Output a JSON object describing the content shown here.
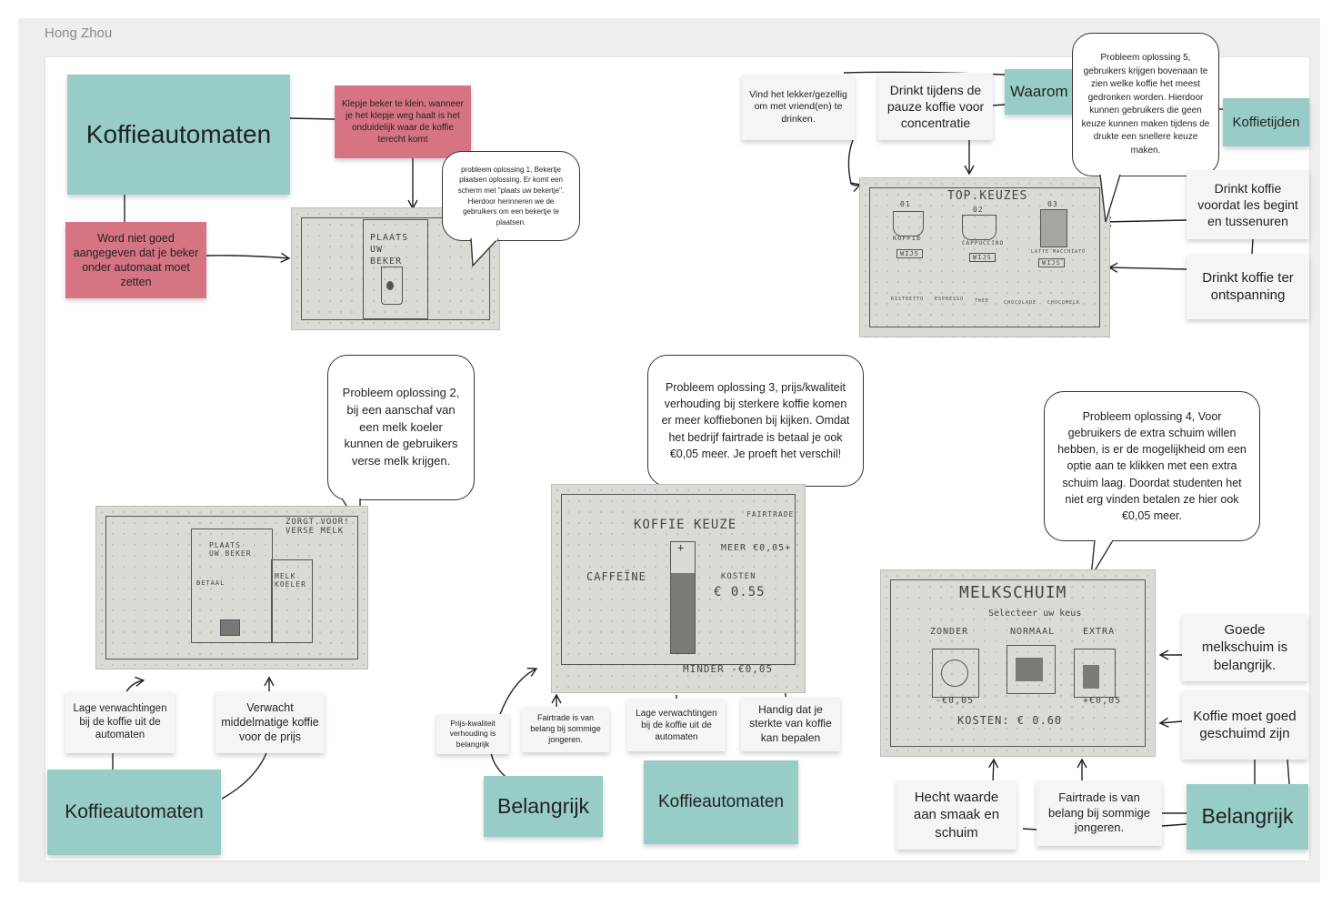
{
  "frame": {
    "owner": "Hong Zhou"
  },
  "notes": {
    "koffie_title": "Koffieautomaten",
    "red_klepje": "Klepje beker te klein, wanneer je het klepje weg haalt is het onduidelijk waar de koffie terecht komt",
    "red_word_niet": "Word niet goed aangegeven dat je beker onder automaat moet zetten",
    "vind_lekker": "Vind het lekker/gezellig om met vriend(en) te drinken.",
    "drinkt_pauze": "Drinkt tijdens de pauze koffie voor concentratie",
    "waarom": "Waarom",
    "koffietijden": "Koffietijden",
    "drinkt_voor_les": "Drinkt koffie voordat les begint en tussenuren",
    "drinkt_ontspanning": "Drinkt koffie ter ontspanning",
    "lage_verw_1": "Lage verwachtingen bij de koffie uit de automaten",
    "verwacht_middel": "Verwacht middelmatige koffie voor de prijs",
    "koffie_bottom_left": "Koffieautomaten",
    "prijs_kwaliteit": "Prijs-kwaliteit verhouding is belangrijk",
    "fairtrade_1": "Fairtrade is van belang bij sommige jongeren.",
    "lage_verw_2": "Lage verwachtingen bij de koffie uit de automaten",
    "handig": "Handig dat je sterkte van koffie kan bepalen",
    "belangrijk_1": "Belangrijk",
    "koffie_bottom_mid": "Koffieautomaten",
    "goede_melkschuim": "Goede melkschuim is belangrijk.",
    "koffie_goed_geschuimd": "Koffie moet goed geschuimd zijn",
    "hecht_waarde": "Hecht waarde aan smaak en schuim",
    "fairtrade_2": "Fairtrade is van belang bij sommige jongeren.",
    "belangrijk_2": "Belangrijk"
  },
  "bubbles": {
    "opl1": "probleem oplossing 1, Bekertje plaatsen oplossing. Er komt een scherm met \"plaats uw bekertje\". Hierdoor herinneren we de gebruikers om een bekertje te plaatsen.",
    "opl5": "Probleem oplossing 5, gebruikers krijgen bovenaan te zien welke koffie het meest gedronken worden. Hierdoor kunnen gebruikers die geen keuze kunnen maken tijdens de drukte een snellere keuze maken.",
    "opl2": "Probleem oplossing 2, bij een aanschaf van een melk koeler kunnen de gebruikers verse melk krijgen.",
    "opl3": "Probleem oplossing 3, prijs/kwaliteit verhouding bij sterkere koffie komen er meer koffiebonen bij kijken. Omdat het bedrijf fairtrade is betaal je ook €0,05 meer. Je proeft het verschil!",
    "opl4": "Probleem oplossing 4, Voor gebruikers de extra schuim willen hebben, is er de mogelijkheid om een optie aan te klikken met een extra schuim laag. Doordat studenten het niet erg vinden betalen ze hier ook €0,05 meer."
  },
  "sketches": {
    "plaats": "PLAATS UW BEKER",
    "top_keuzes": "TOP.KEUZES",
    "top_items": [
      "KOFFIE",
      "CAPPUCCINO",
      "LATTE MACCHIATO"
    ],
    "top_nums": [
      "01",
      "02",
      "03"
    ],
    "top_tag": "WIJS",
    "top_small": [
      "RISTRETTO",
      "ESPRESSO",
      "THEE",
      "CHOCOLADE",
      "CHOCOMELK"
    ],
    "melk_sketch_top": "ZORGT.VOOR! VERSE MELK",
    "melk_plaats": "PLAATS UW BEKER",
    "melk_koeler": "MELK KOELER",
    "melk_betaal": "BETAAL",
    "keuze_title": "KOFFIE KEUZE",
    "keuze_fair": "FAIRTRADE",
    "keuze_caffeine": "CAFFEÏNE",
    "keuze_meer": "MEER €0,05+",
    "keuze_kosten": "KOSTEN",
    "keuze_price": "€ 0.55",
    "keuze_minder": "MINDER -€0,05",
    "schuim_title": "MELKSCHUIM",
    "schuim_sub": "Selecteer uw keus",
    "schuim_opts": [
      "ZONDER",
      "NORMAAL",
      "EXTRA"
    ],
    "schuim_min": "-€0,05",
    "schuim_plus": "+€0,05",
    "schuim_kosten": "KOSTEN: € 0.60"
  }
}
